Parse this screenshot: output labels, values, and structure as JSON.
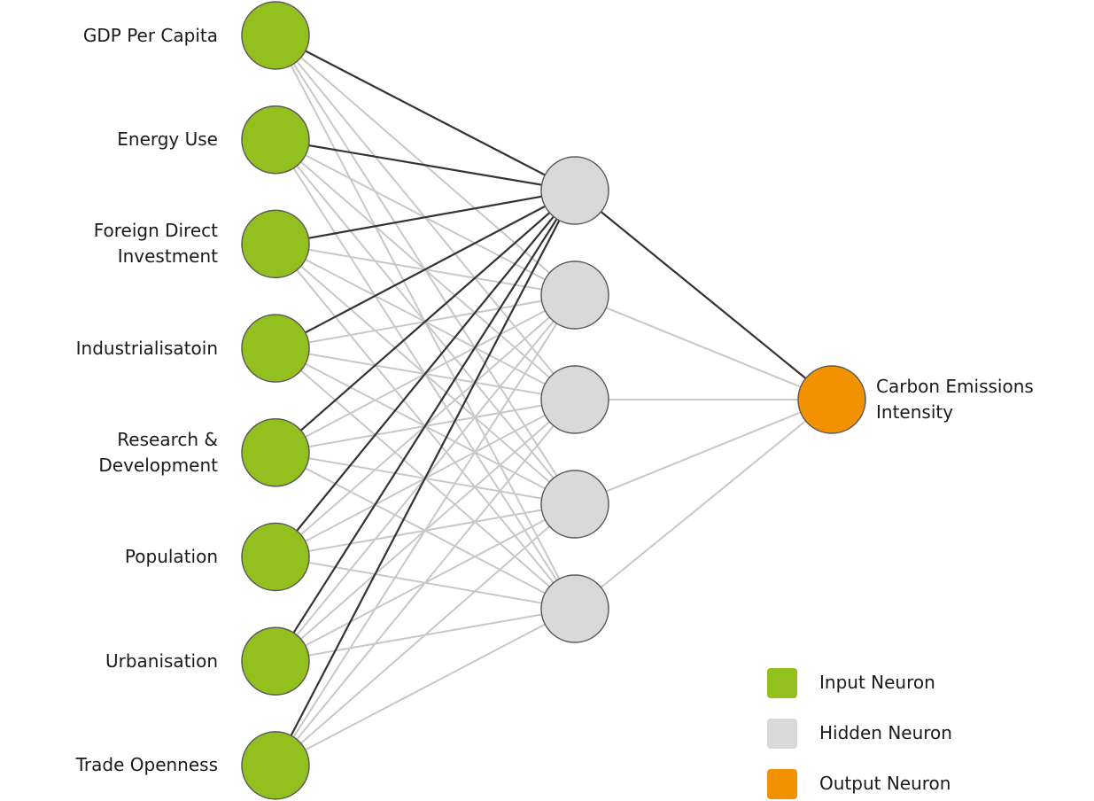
{
  "network": {
    "inputs": [
      {
        "lines": [
          "GDP Per Capita"
        ],
        "to_first_hidden": "strong"
      },
      {
        "lines": [
          "Energy Use"
        ],
        "to_first_hidden": "strong"
      },
      {
        "lines": [
          "Foreign Direct",
          "Investment"
        ],
        "to_first_hidden": "strong"
      },
      {
        "lines": [
          "Industrialisatoin"
        ],
        "to_first_hidden": "strong"
      },
      {
        "lines": [
          "Research &",
          "Development"
        ],
        "to_first_hidden": "strong"
      },
      {
        "lines": [
          "Population"
        ],
        "to_first_hidden": "strong"
      },
      {
        "lines": [
          "Urbanisation"
        ],
        "to_first_hidden": "strong"
      },
      {
        "lines": [
          "Trade Openness"
        ],
        "to_first_hidden": "strong"
      }
    ],
    "hidden_count": 5,
    "output": {
      "lines": [
        "Carbon Emissions",
        "Intensity"
      ]
    },
    "output_strong_from_hidden": 0
  },
  "legend": [
    {
      "key": "input",
      "label": "Input Neuron",
      "color": "#93c01f"
    },
    {
      "key": "hidden",
      "label": "Hidden Neuron",
      "color": "#d9d9d9"
    },
    {
      "key": "output",
      "label": "Output Neuron",
      "color": "#f39200"
    }
  ],
  "colors": {
    "input_fill": "#93c01f",
    "hidden_fill": "#d9d9d9",
    "output_fill": "#f39200",
    "node_stroke": "#5a5a5a",
    "strong_edge": "#333333",
    "weak_edge": "#c8c8c8"
  }
}
